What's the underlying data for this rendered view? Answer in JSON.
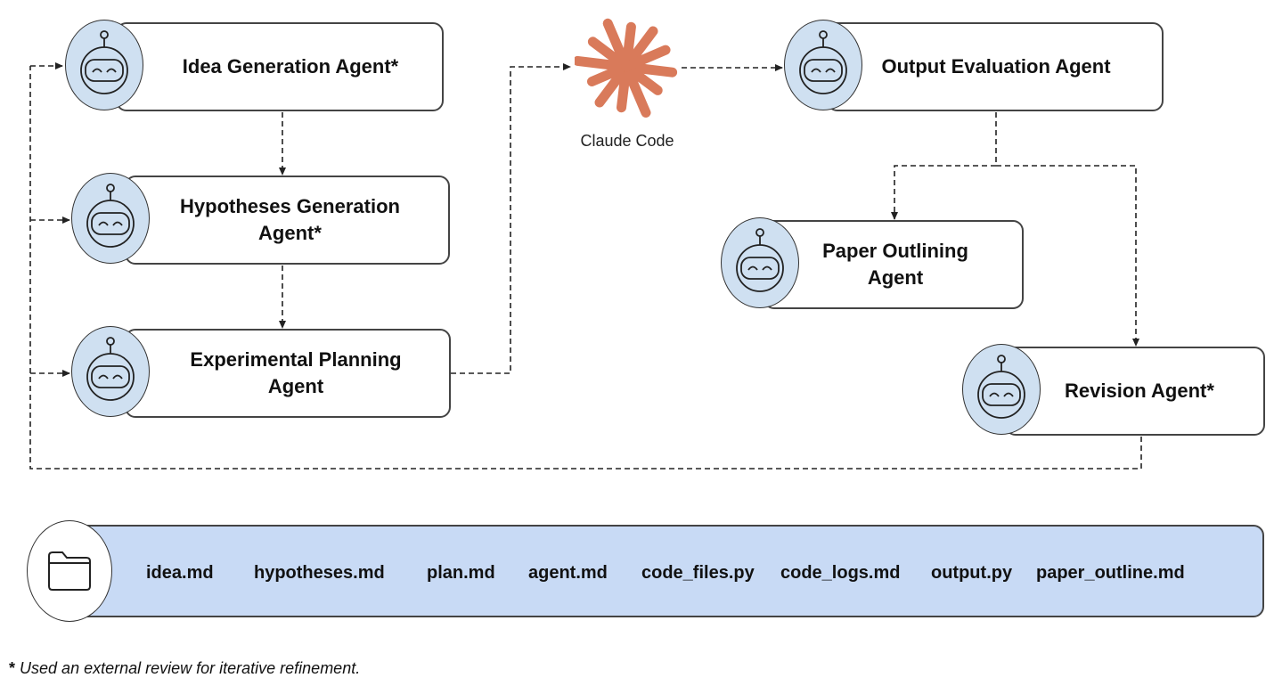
{
  "agents": [
    {
      "id": "idea",
      "label": "Idea Generation Agent*"
    },
    {
      "id": "hypotheses",
      "label": "Hypotheses Generation\nAgent*"
    },
    {
      "id": "planning",
      "label": "Experimental Planning\nAgent"
    },
    {
      "id": "evaluation",
      "label": "Output Evaluation Agent"
    },
    {
      "id": "outlining",
      "label": "Paper Outlining\nAgent"
    },
    {
      "id": "revision",
      "label": "Revision Agent*"
    }
  ],
  "claude": {
    "label": "Claude Code",
    "color": "#d97a5a"
  },
  "files": [
    "idea.md",
    "hypotheses.md",
    "plan.md",
    "agent.md",
    "code_files.py",
    "code_logs.md",
    "output.py",
    "paper_outline.md"
  ],
  "footnote": {
    "star": "*",
    "text": "Used an external review for iterative refinement."
  },
  "colors": {
    "bot_fill": "#cfe0f1",
    "files_bar": "#c8daf5",
    "stroke": "#333333"
  }
}
